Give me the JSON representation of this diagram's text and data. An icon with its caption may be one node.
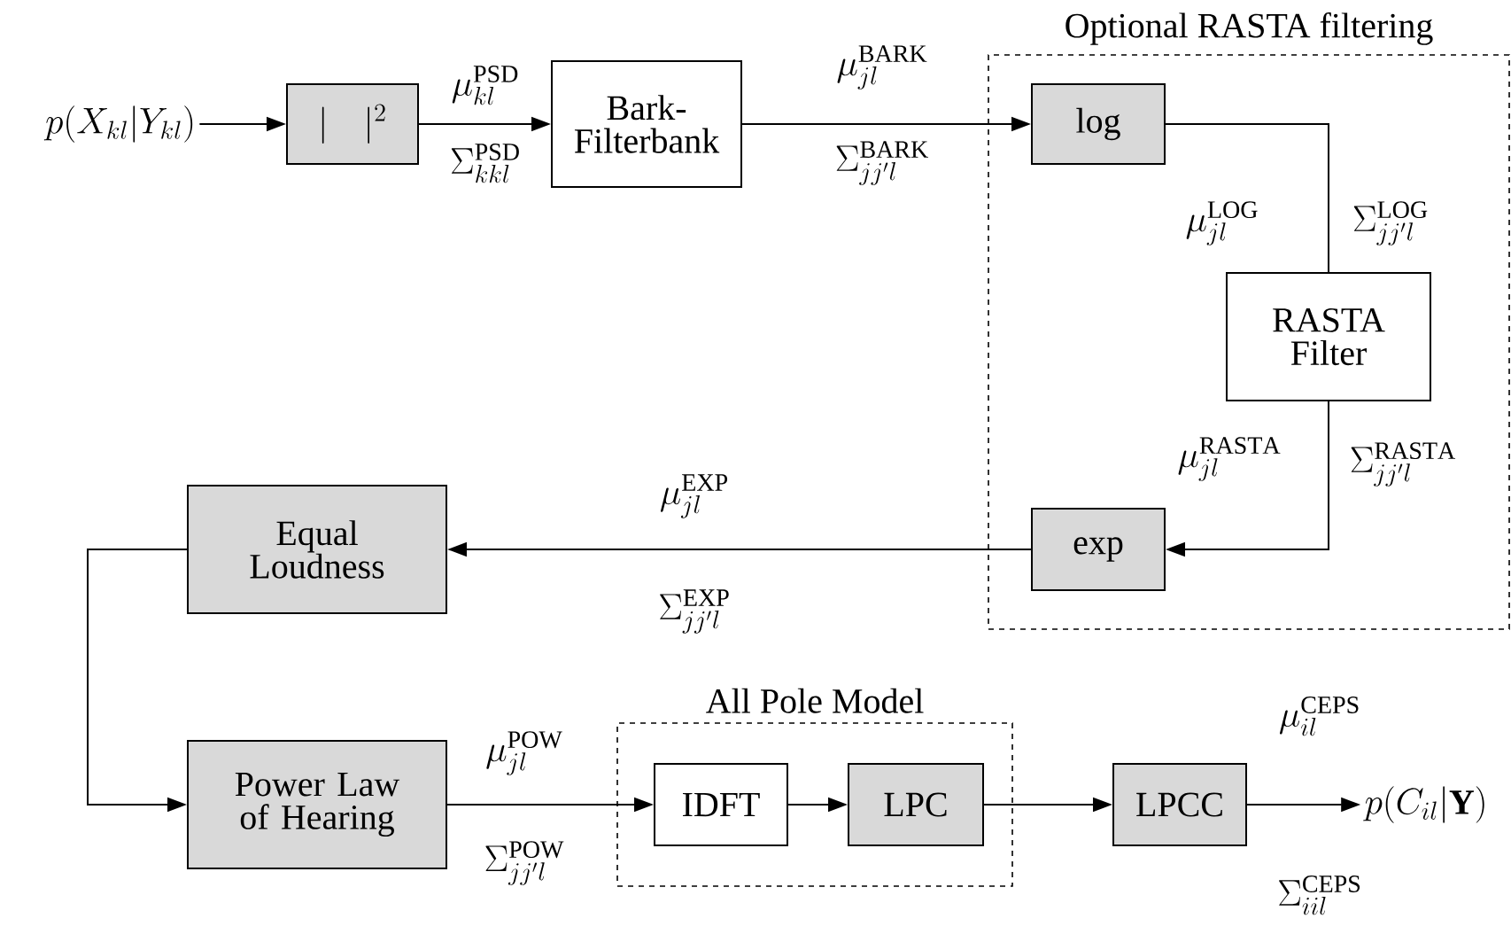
{
  "diagram": {
    "nodes": [
      {
        "text": [
          "p(X_{kl}|Y_{kl})"
        ]
      },
      {
        "text": [
          "|\\quad|^{2}"
        ]
      },
      {
        "text": [
          "Bark- Filterbank"
        ]
      },
      {
        "text": [
          "Optional RASTA filtering"
        ]
      },
      {
        "text": [
          "log"
        ],
        "in": 3
      },
      {
        "text": [
          "RASTA Filter"
        ],
        "in": 3
      },
      {
        "text": [
          "exp"
        ],
        "in": 3
      },
      {
        "text": [
          "Equal Loudness"
        ]
      },
      {
        "text": [
          "Power Law of Hearing"
        ]
      },
      {
        "text": [
          "All Pole Model"
        ]
      },
      {
        "text": [
          "IDFT"
        ],
        "in": 9
      },
      {
        "text": [
          "LPC"
        ],
        "in": 9
      },
      {
        "text": [
          "LPCC"
        ]
      },
      {
        "text": [
          "p(C_{il}|\\mathbf{Y})"
        ]
      }
    ],
    "edges": [
      {
        "from": 0,
        "to": 1,
        "arrow": "to"
      },
      {
        "from": 1,
        "to": 2,
        "arrow": "to",
        "label": "\\mu_{kl}^{\\mathrm{PSD}}"
      },
      {
        "from": 2,
        "to": 4,
        "arrow": "to",
        "label": "\\mu_{jl}^{\\mathrm{BARK}}"
      },
      {
        "from": 4,
        "to": 5,
        "arrow": "none",
        "label": "\\mu_{jl}^{\\mathrm{LOG}}"
      },
      {
        "from": 5,
        "to": 6,
        "arrow": "to",
        "label": "\\mu_{jl}^{\\mathrm{RASTA}}"
      },
      {
        "from": 6,
        "to": 7,
        "arrow": "to",
        "label": "\\mu_{jl}^{\\mathrm{EXP}}"
      },
      {
        "from": 7,
        "to": 8,
        "arrow": "to"
      },
      {
        "from": 8,
        "to": 10,
        "arrow": "to",
        "label": "\\mu_{jl}^{\\mathrm{POW}}"
      },
      {
        "from": 10,
        "to": 11,
        "arrow": "to"
      },
      {
        "from": 11,
        "to": 12,
        "arrow": "to"
      },
      {
        "from": 12,
        "to": 13,
        "arrow": "to",
        "label": "\\mu_{il}^{\\mathrm{CEPS}}"
      }
    ],
    "labels": [
      "\\Sigma_{kkl}^{\\mathrm{PSD}}",
      "\\Sigma_{jj'l}^{\\mathrm{BARK}}",
      "\\Sigma_{jj'l}^{\\mathrm{LOG}}",
      "\\Sigma_{jj'l}^{\\mathrm{RASTA}}",
      "\\Sigma_{jj'l}^{\\mathrm{EXP}}",
      "\\Sigma_{jj'l}^{\\mathrm{POW}}",
      "\\Sigma_{iil}^{\\mathrm{CEPS}}"
    ]
  }
}
